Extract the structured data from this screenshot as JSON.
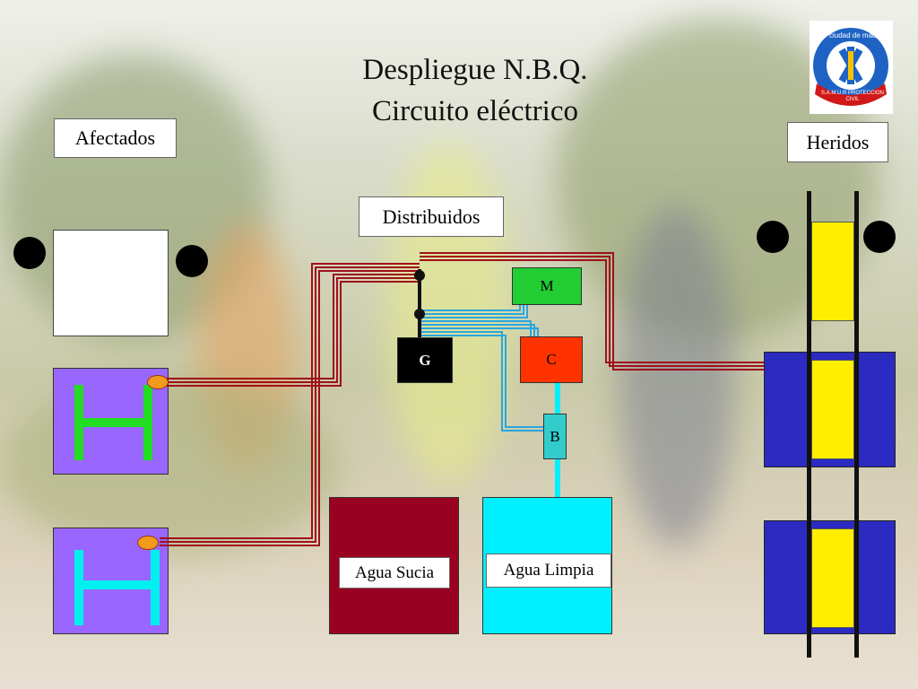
{
  "title": {
    "line1": "Despliegue N.B.Q.",
    "line2": "Circuito eléctrico"
  },
  "logo": {
    "arc_text": "ciudad de madrid",
    "ribbon_text": "S.A.M.U.R PROTECCION CIVIL"
  },
  "labels": {
    "afectados": "Afectados",
    "heridos": "Heridos",
    "distribuidos": "Distribuidos",
    "agua_sucia": "Agua Sucia",
    "agua_limpia": "Agua Limpia"
  },
  "components": {
    "motor": "M",
    "generator": "G",
    "compressor": "C",
    "boiler": "B"
  },
  "colors": {
    "cable_red": "#a0101c",
    "cable_blue": "#2aa6e0",
    "tent_purple": "#9966ff",
    "tent_blue": "#2b2bc2",
    "yellow": "#ffee00",
    "green_h": "#22dd22",
    "cyan_h": "#00f0f0",
    "motor_green": "#22cc33",
    "compressor_red": "#ff3300",
    "boiler_teal": "#33cccc",
    "dirty_water": "#9a0020",
    "clean_water": "#00f0ff"
  }
}
